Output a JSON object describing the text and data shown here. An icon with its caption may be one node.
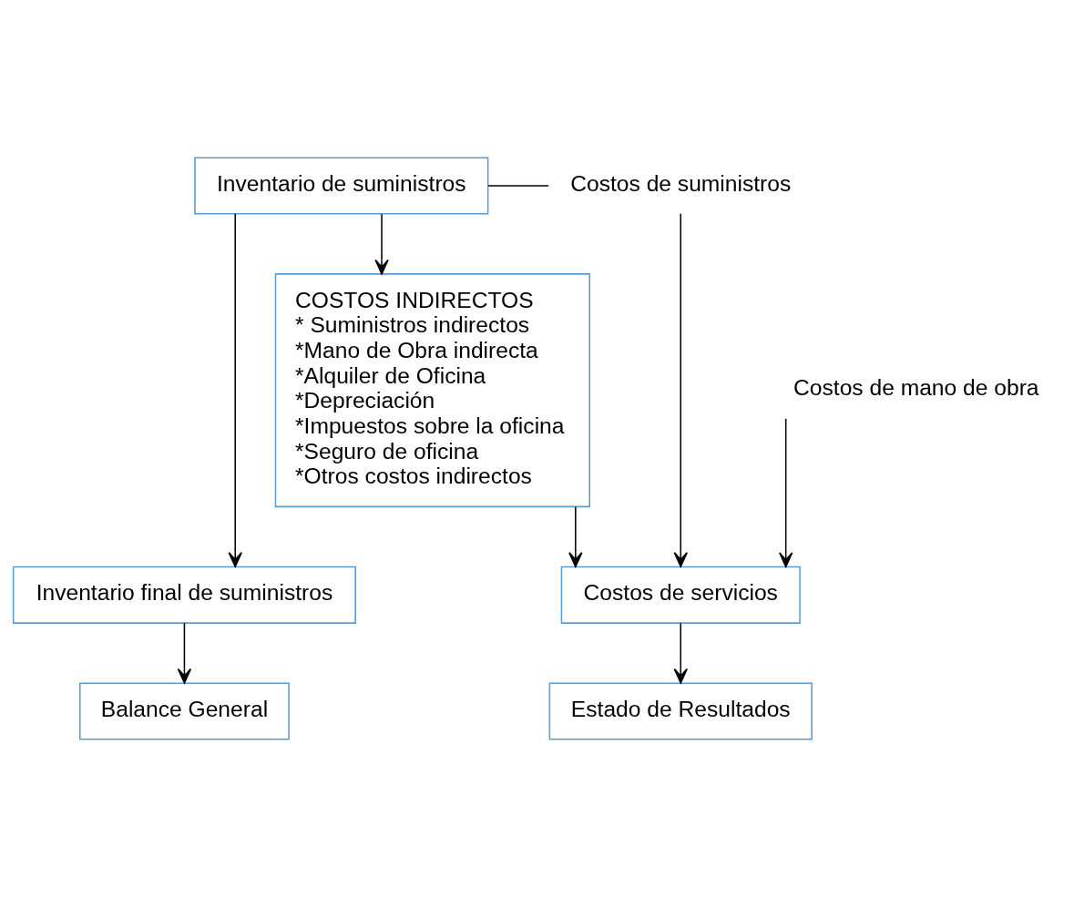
{
  "diagram": {
    "nodes": [
      {
        "text": [
          "Inventario de suministros"
        ]
      },
      {
        "text": [
          "Costos de suministros"
        ]
      },
      {
        "text": [
          "Costos de mano de obra"
        ]
      },
      {
        "text": [
          "COSTOS INDIRECTOS",
          "* Suministros indirectos",
          "*Mano de Obra indirecta",
          "*Alquiler de Oficina",
          "*Depreciación",
          "*Impuestos sobre la oficina",
          "*Seguro de oficina",
          "*Otros costos indirectos"
        ]
      },
      {
        "text": [
          "Inventario final de suministros"
        ]
      },
      {
        "text": [
          "Costos de servicios"
        ]
      },
      {
        "text": [
          "Balance General"
        ]
      },
      {
        "text": [
          "Estado de Resultados"
        ]
      }
    ],
    "edges": [
      {
        "from": 0,
        "to": 1,
        "arrow": "none"
      },
      {
        "from": 1,
        "to": 5,
        "arrow": "to"
      },
      {
        "from": 2,
        "to": 5,
        "arrow": "to"
      },
      {
        "from": 0,
        "to": 3,
        "arrow": "to"
      },
      {
        "from": 0,
        "to": 4,
        "arrow": "to"
      },
      {
        "from": 3,
        "to": 5,
        "arrow": "to"
      },
      {
        "from": 4,
        "to": 6,
        "arrow": "to"
      },
      {
        "from": 5,
        "to": 7,
        "arrow": "to"
      }
    ]
  }
}
